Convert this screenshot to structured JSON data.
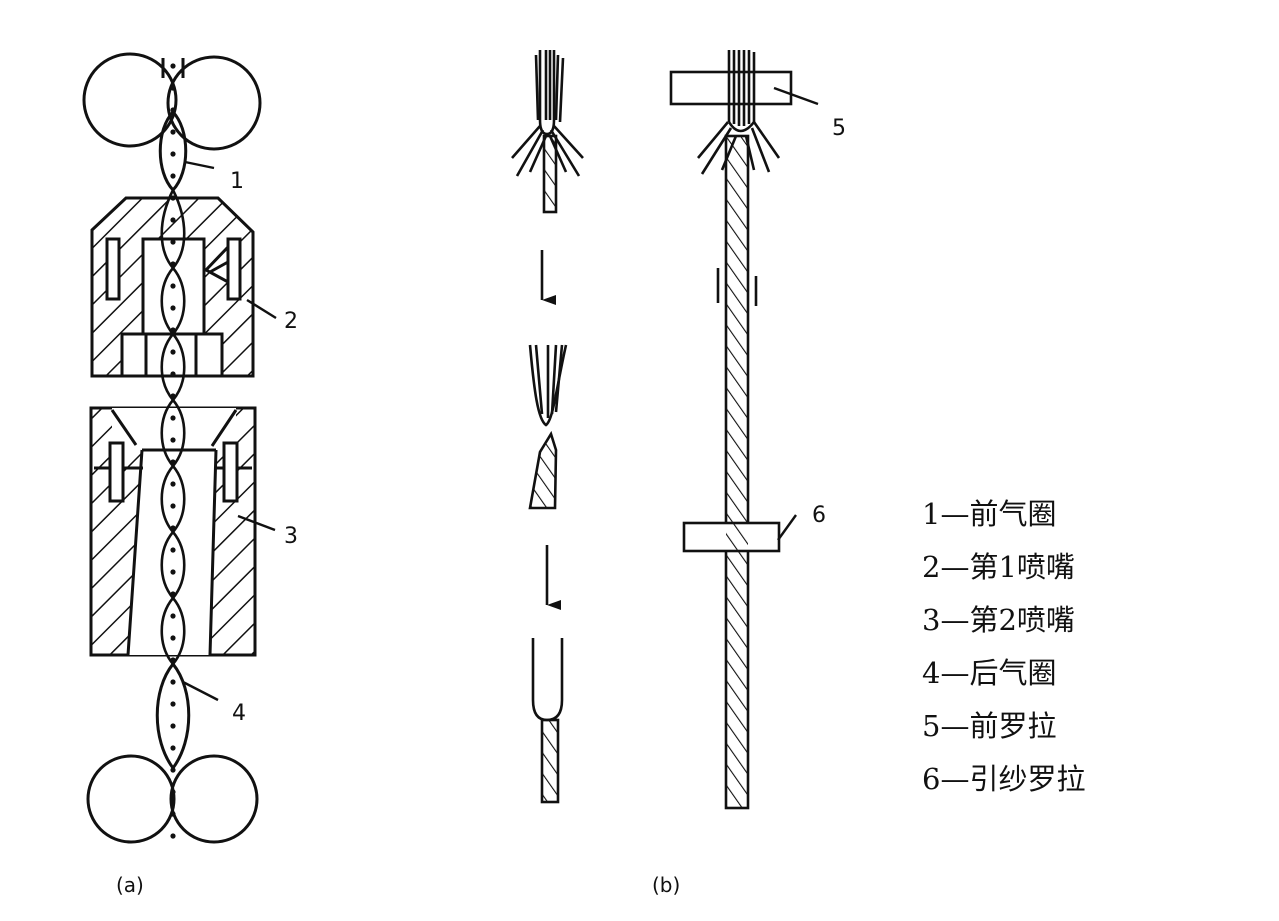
{
  "figure": {
    "panel_a_label": "(a)",
    "panel_b_label": "(b)",
    "callouts": [
      "1",
      "2",
      "3",
      "4",
      "5",
      "6"
    ]
  },
  "legend": {
    "items": [
      "1—前气圈",
      "2—第1喷嘴",
      "3—第2喷嘴",
      "4—后气圈",
      "5—前罗拉",
      "6—引纱罗拉"
    ]
  },
  "colors": {
    "ink": "#111111",
    "background": "#ffffff"
  }
}
